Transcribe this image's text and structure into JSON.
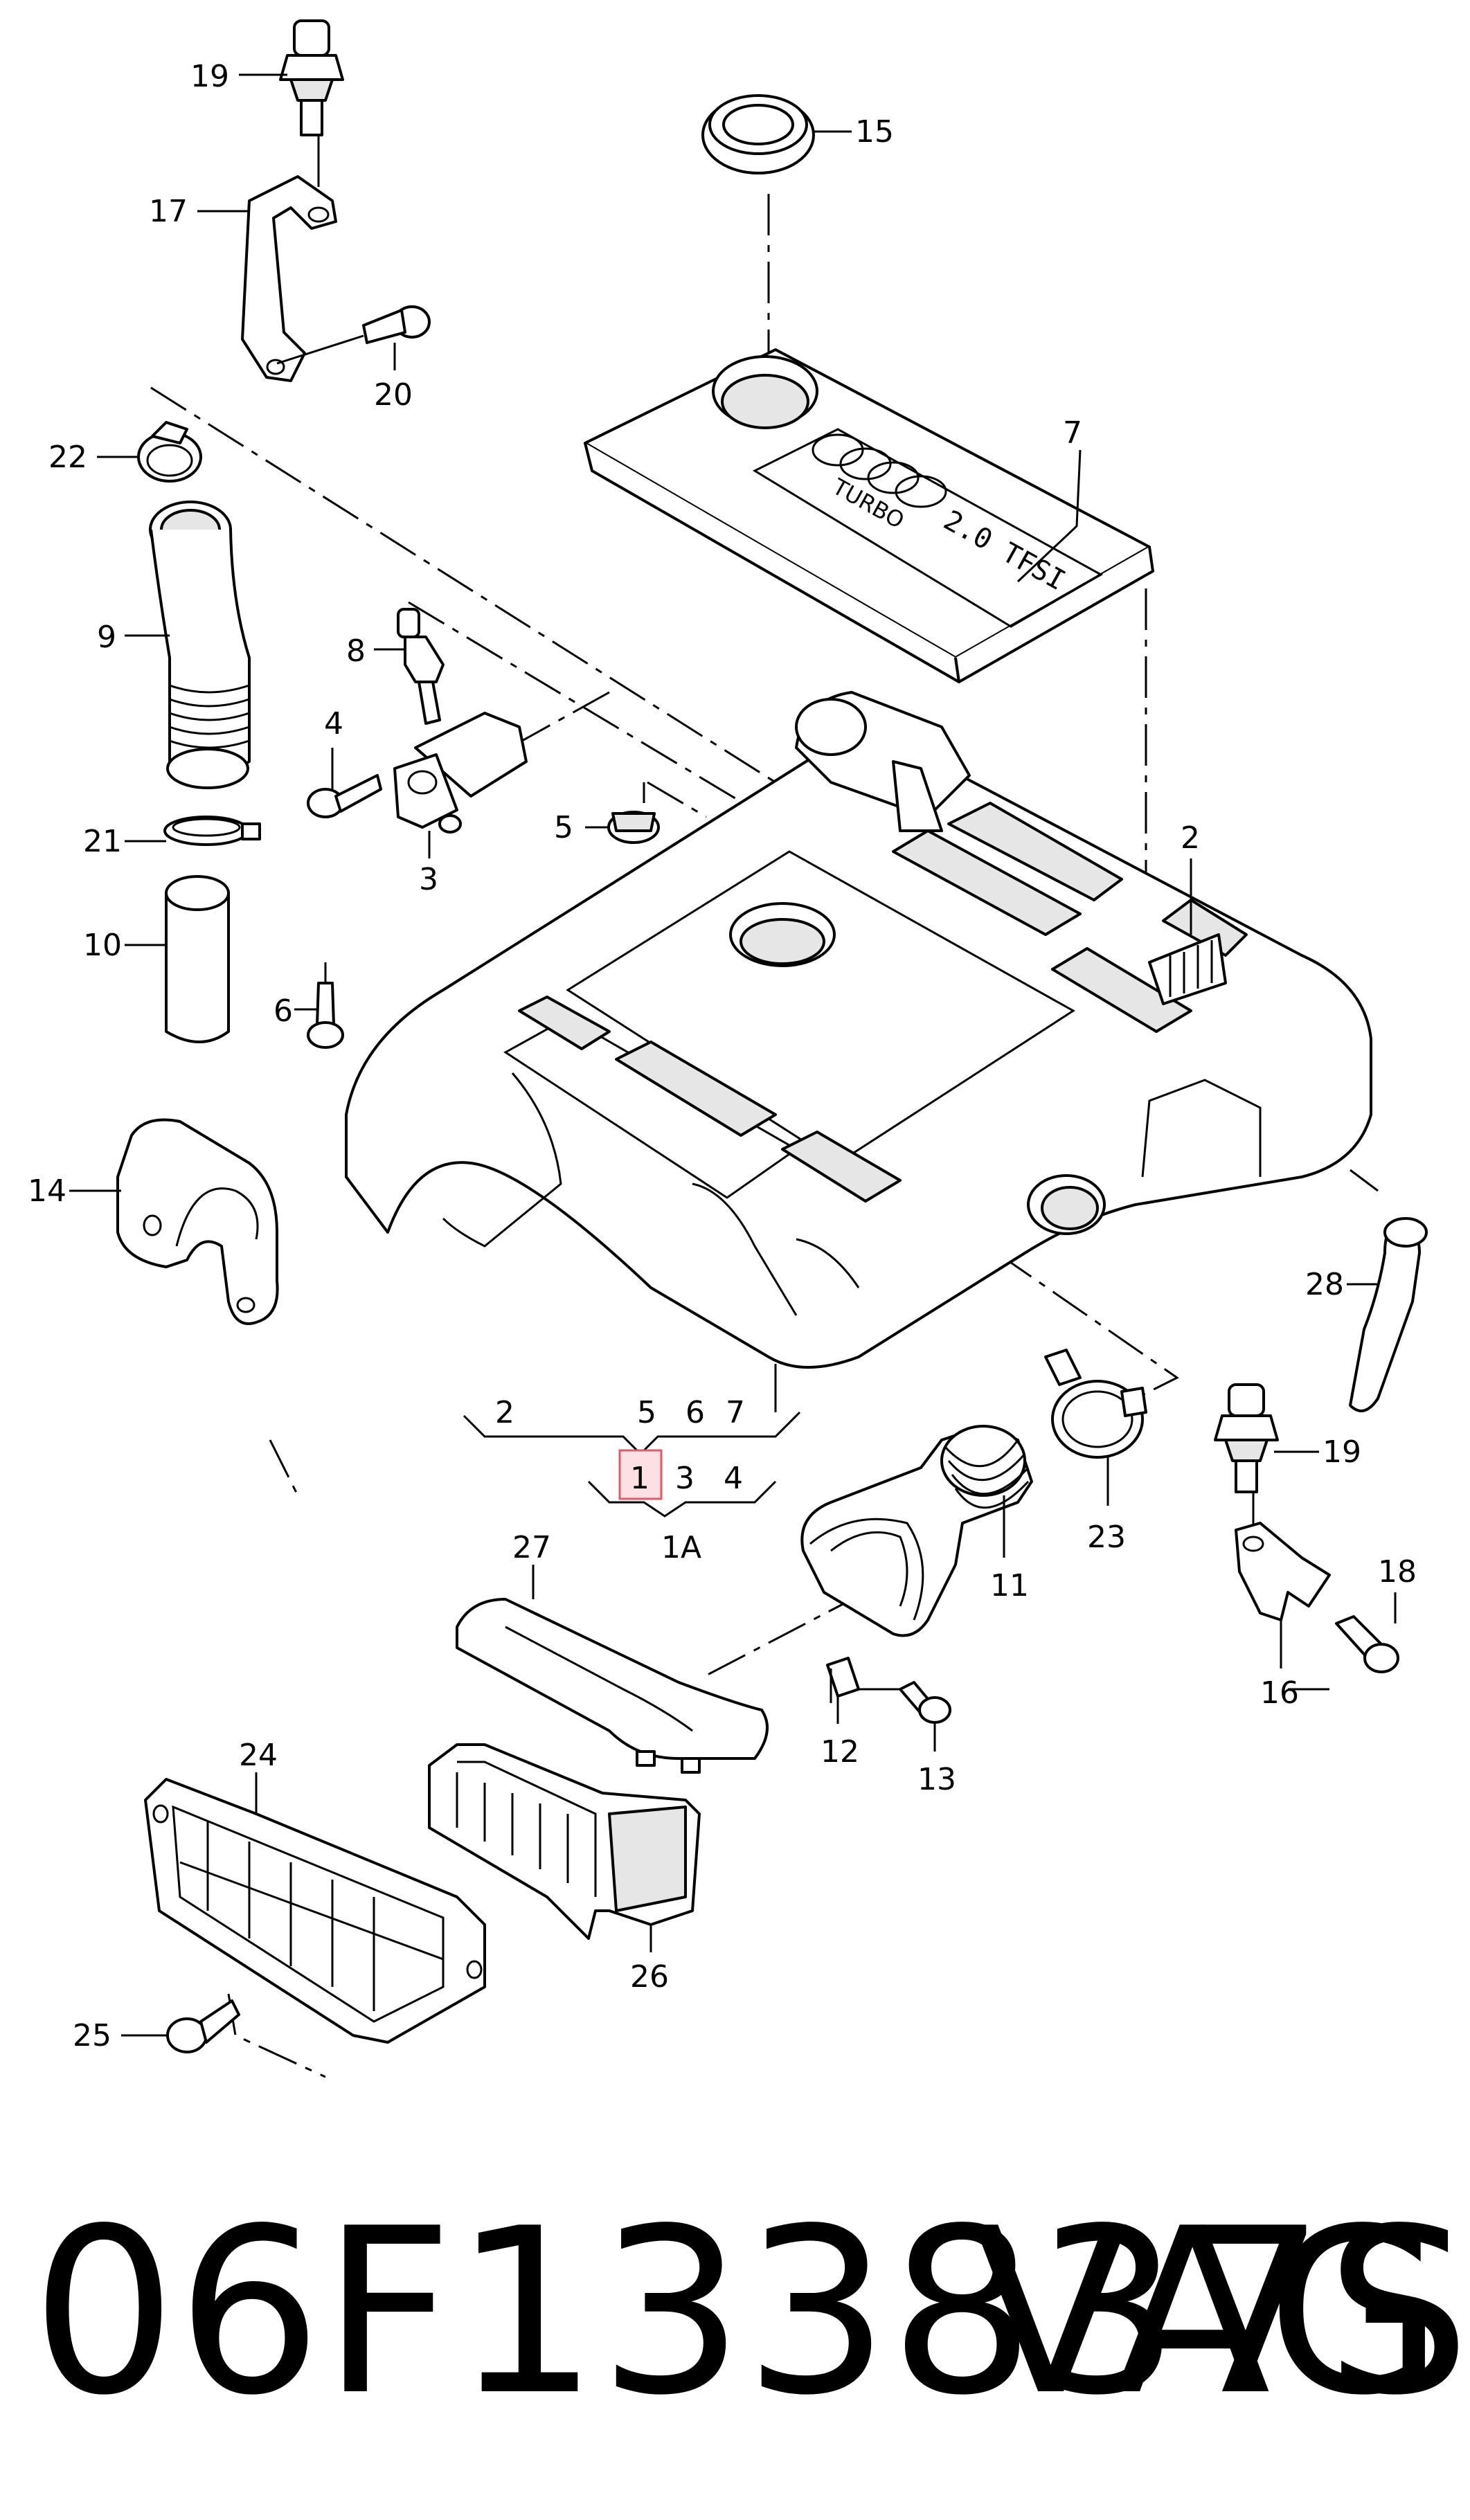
{
  "diagram": {
    "callouts": {
      "c19a": "19",
      "c17": "17",
      "c20": "20",
      "c15": "15",
      "c7": "7",
      "c22": "22",
      "c9": "9",
      "c8": "8",
      "c4": "4",
      "c3": "3",
      "c5": "5",
      "c2": "2",
      "c21": "21",
      "c10": "10",
      "c6": "6",
      "c14": "14",
      "c28": "28",
      "c19b": "19",
      "c18": "18",
      "c16": "16",
      "c23": "23",
      "c11": "11",
      "c12": "12",
      "c13": "13",
      "c27": "27",
      "c24": "24",
      "c26": "26",
      "c25": "25"
    },
    "assembly_groups": {
      "top": [
        "2",
        "5",
        "6",
        "7"
      ],
      "sub": [
        "1",
        "3",
        "4"
      ],
      "sub_label": "1A",
      "highlighted": "1"
    },
    "badges": {
      "turbo": "TURBO",
      "engine": "2.0 TFSI"
    },
    "highlight_color": "#e05a6a"
  },
  "footer": {
    "part_number": "06F133837S",
    "brand": "VAG"
  }
}
